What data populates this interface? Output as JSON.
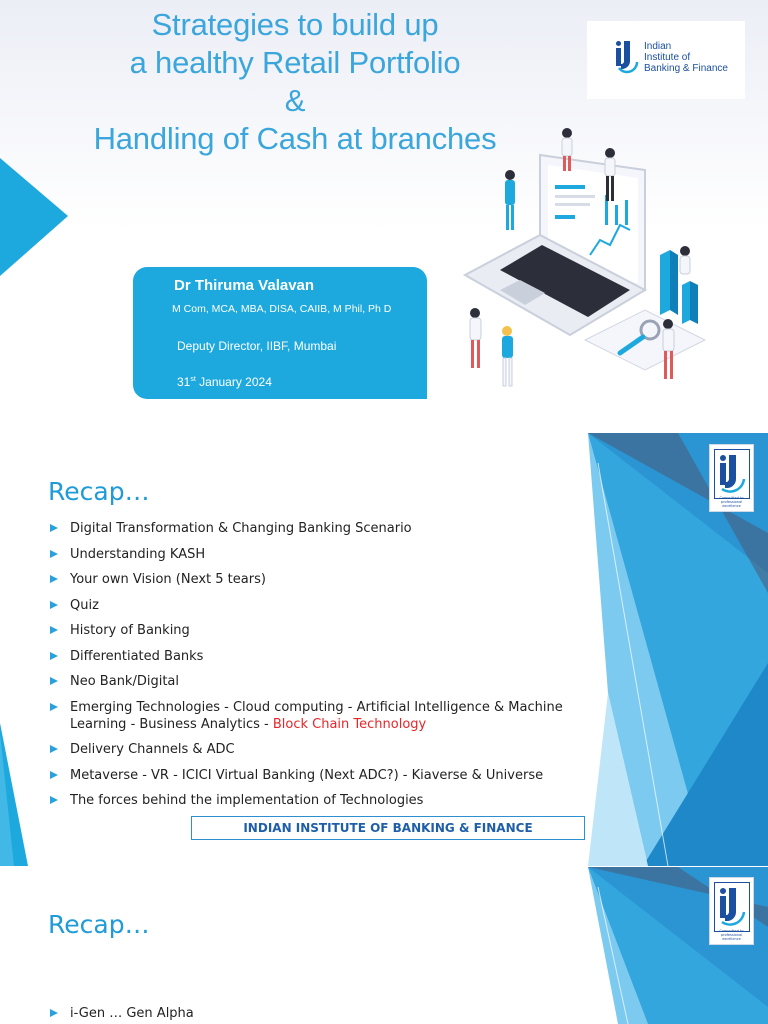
{
  "slide1": {
    "title_lines": [
      "Strategies to build up",
      "a healthy Retail Portfolio",
      "&",
      "Handling of Cash at branches"
    ],
    "logo_lines": [
      "Indian",
      "Institute of",
      "Banking & Finance"
    ],
    "author": {
      "name": "Dr Thiruma Valavan",
      "qualifications": "M Com, MCA, MBA, DISA, CAIIB, M Phil, Ph D",
      "role": "Deputy Director,  IIBF, Mumbai",
      "date_day": "31",
      "date_suffix": "st",
      "date_rest": " January 2024"
    }
  },
  "slide2": {
    "title": "Recap…",
    "bullets": [
      "Digital Transformation & Changing Banking Scenario",
      "Understanding KASH",
      "Your own Vision (Next 5 tears)",
      "Quiz",
      "History of Banking",
      "Differentiated Banks",
      "Neo Bank/Digital"
    ],
    "emerging_text": "Emerging Technologies - Cloud computing - Artificial Intelligence & Machine Learning - Business Analytics - ",
    "emerging_highlight": "Block Chain Technology",
    "bullets_after": [
      "Delivery Channels & ADC",
      "Metaverse - VR - ICICI Virtual Banking (Next ADC?) - Kiaverse & Universe",
      "The forces behind the implementation of Technologies"
    ],
    "footer": "INDIAN INSTITUTE OF BANKING & FINANCE",
    "badge_caption": "Committed to professional excellence"
  },
  "slide3": {
    "title": "Recap…",
    "bullets": [
      "i-Gen … Gen Alpha"
    ],
    "badge_caption": "Committed to professional excellence"
  },
  "colors": {
    "accent": "#1ea9de",
    "title_blue": "#3ba6dc",
    "highlight_red": "#e8262a",
    "logo_navy": "#1b4fa0"
  }
}
